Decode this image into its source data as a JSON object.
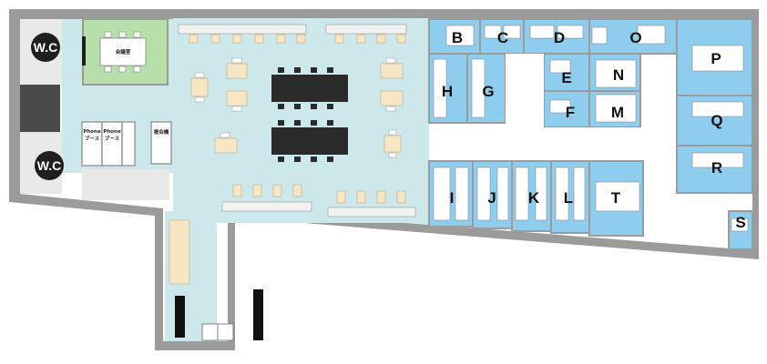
{
  "rooms": [
    {
      "id": "B",
      "label": "B"
    },
    {
      "id": "C",
      "label": "C"
    },
    {
      "id": "D",
      "label": "D"
    },
    {
      "id": "O",
      "label": "O"
    },
    {
      "id": "P",
      "label": "P"
    },
    {
      "id": "E",
      "label": "E"
    },
    {
      "id": "N",
      "label": "N"
    },
    {
      "id": "H",
      "label": "H"
    },
    {
      "id": "G",
      "label": "G"
    },
    {
      "id": "F",
      "label": "F"
    },
    {
      "id": "M",
      "label": "M"
    },
    {
      "id": "Q",
      "label": "Q"
    },
    {
      "id": "R",
      "label": "R"
    },
    {
      "id": "I",
      "label": "I"
    },
    {
      "id": "J",
      "label": "J"
    },
    {
      "id": "K",
      "label": "K"
    },
    {
      "id": "L",
      "label": "L"
    },
    {
      "id": "T",
      "label": "T"
    },
    {
      "id": "S",
      "label": "S"
    }
  ],
  "toilets": {
    "top": "W.C",
    "bottom": "W.C"
  },
  "meeting_room": "会議室",
  "phone_booths": [
    {
      "line1": "Phone",
      "line2": "ブース"
    },
    {
      "line1": "Phone",
      "line2": "ブース"
    }
  ],
  "multifunction_room": "複合機",
  "colors": {
    "wall": "#9b9b9b",
    "lounge": "#cde8ea",
    "private_office": "#8fcdef",
    "meeting_room": "#b6dfa9",
    "furniture_light": "#f6e6c4",
    "furniture_dark": "#2a2a2a",
    "toilet_badge": "#1f1f1f"
  }
}
